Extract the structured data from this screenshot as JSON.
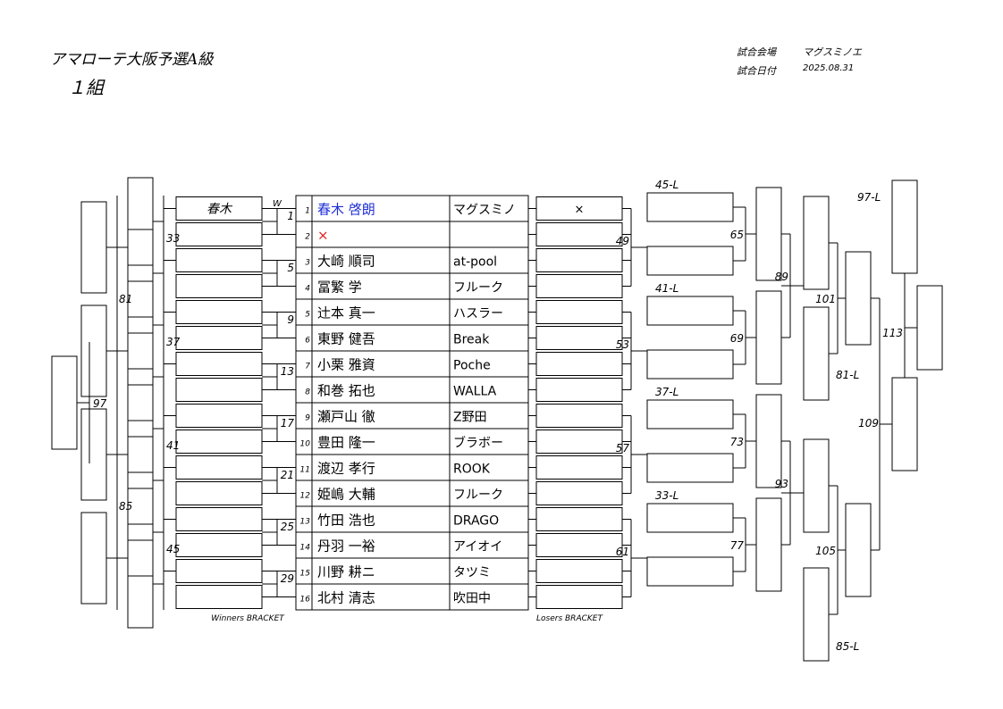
{
  "header": {
    "title": "アマローテ大阪予選A級",
    "group": "１組",
    "venue_label": "試合会場",
    "venue": "マグスミノエ",
    "date_label": "試合日付",
    "date": "2025.08.31"
  },
  "players": [
    {
      "seed": "1",
      "name": "春木 啓朗",
      "team": "マグスミノ"
    },
    {
      "seed": "2",
      "name": "×",
      "team": ""
    },
    {
      "seed": "3",
      "name": "大崎 順司",
      "team": "at-pool"
    },
    {
      "seed": "4",
      "name": "冨繁 学",
      "team": "フルーク"
    },
    {
      "seed": "5",
      "name": "辻本 真一",
      "team": "ハスラー"
    },
    {
      "seed": "6",
      "name": "東野 健吾",
      "team": "Break"
    },
    {
      "seed": "7",
      "name": "小栗 雅資",
      "team": "Poche"
    },
    {
      "seed": "8",
      "name": "和巻 拓也",
      "team": "WALLA"
    },
    {
      "seed": "9",
      "name": "瀬戸山 徹",
      "team": "Z野田"
    },
    {
      "seed": "10",
      "name": "豊田 隆一",
      "team": "ブラボー"
    },
    {
      "seed": "11",
      "name": "渡辺 孝行",
      "team": "ROOK"
    },
    {
      "seed": "12",
      "name": "姫嶋 大輔",
      "team": "フルーク"
    },
    {
      "seed": "13",
      "name": "竹田 浩也",
      "team": "DRAGO"
    },
    {
      "seed": "14",
      "name": "丹羽 一裕",
      "team": "アイオイ"
    },
    {
      "seed": "15",
      "name": "川野 耕ニ",
      "team": "タツミ"
    },
    {
      "seed": "16",
      "name": "北村 清志",
      "team": "吹田中"
    }
  ],
  "colors": {
    "winner_name": "#1f2fd6",
    "bye_mark": "#e02020",
    "line": "#000000"
  },
  "winners": {
    "w_marker": "W",
    "r1_matches": [
      "1",
      "5",
      "9",
      "13",
      "17",
      "21",
      "25",
      "29"
    ],
    "r1_results": [
      "春木",
      "",
      "",
      "",
      "",
      "",
      "",
      ""
    ],
    "r2_matches": [
      "33",
      "37",
      "41",
      "45"
    ],
    "r3_matches": [
      "81",
      "85"
    ],
    "final_match": "97",
    "caption": "Winners BRACKET"
  },
  "losers": {
    "r1_matches": [
      "49",
      "53",
      "57",
      "61"
    ],
    "r1_results": [
      "×"
    ],
    "drop_labels": [
      "45-L",
      "41-L",
      "37-L",
      "33-L"
    ],
    "r2_matches": [
      "65",
      "69",
      "73",
      "77"
    ],
    "r3_matches": [
      "89",
      "93"
    ],
    "r4_matches": [
      "101",
      "105"
    ],
    "drop_labels_2": [
      "81-L",
      "85-L"
    ],
    "r5_matches": [
      "109"
    ],
    "drop_label_3": "97-L",
    "final_match": "113",
    "caption": "Losers BRACKET"
  }
}
